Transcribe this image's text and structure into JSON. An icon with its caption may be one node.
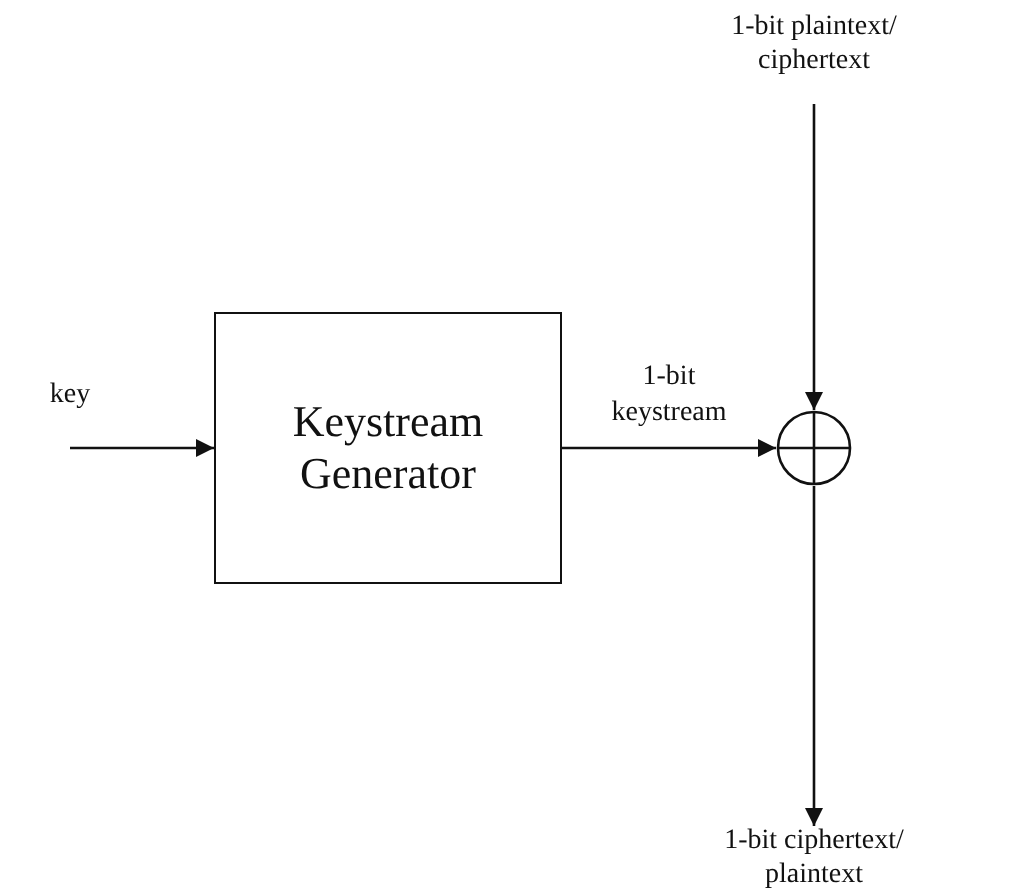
{
  "diagram": {
    "nodes": [
      {
        "text": [
          "key"
        ]
      },
      {
        "text": [
          "Keystream Generator"
        ]
      },
      {
        "text": [],
        "shape": "circle"
      },
      {
        "text": [
          "1-bit plaintext/ ciphertext"
        ]
      },
      {
        "text": [
          "1-bit ciphertext/ plaintext"
        ]
      }
    ],
    "edges": [
      {
        "from": 0,
        "to": 1,
        "arrow": "to"
      },
      {
        "from": 1,
        "to": 2,
        "arrow": "to",
        "label": "1-bit keystream"
      },
      {
        "from": 3,
        "to": 2,
        "arrow": "to"
      },
      {
        "from": 2,
        "to": 4,
        "arrow": "to"
      }
    ]
  }
}
